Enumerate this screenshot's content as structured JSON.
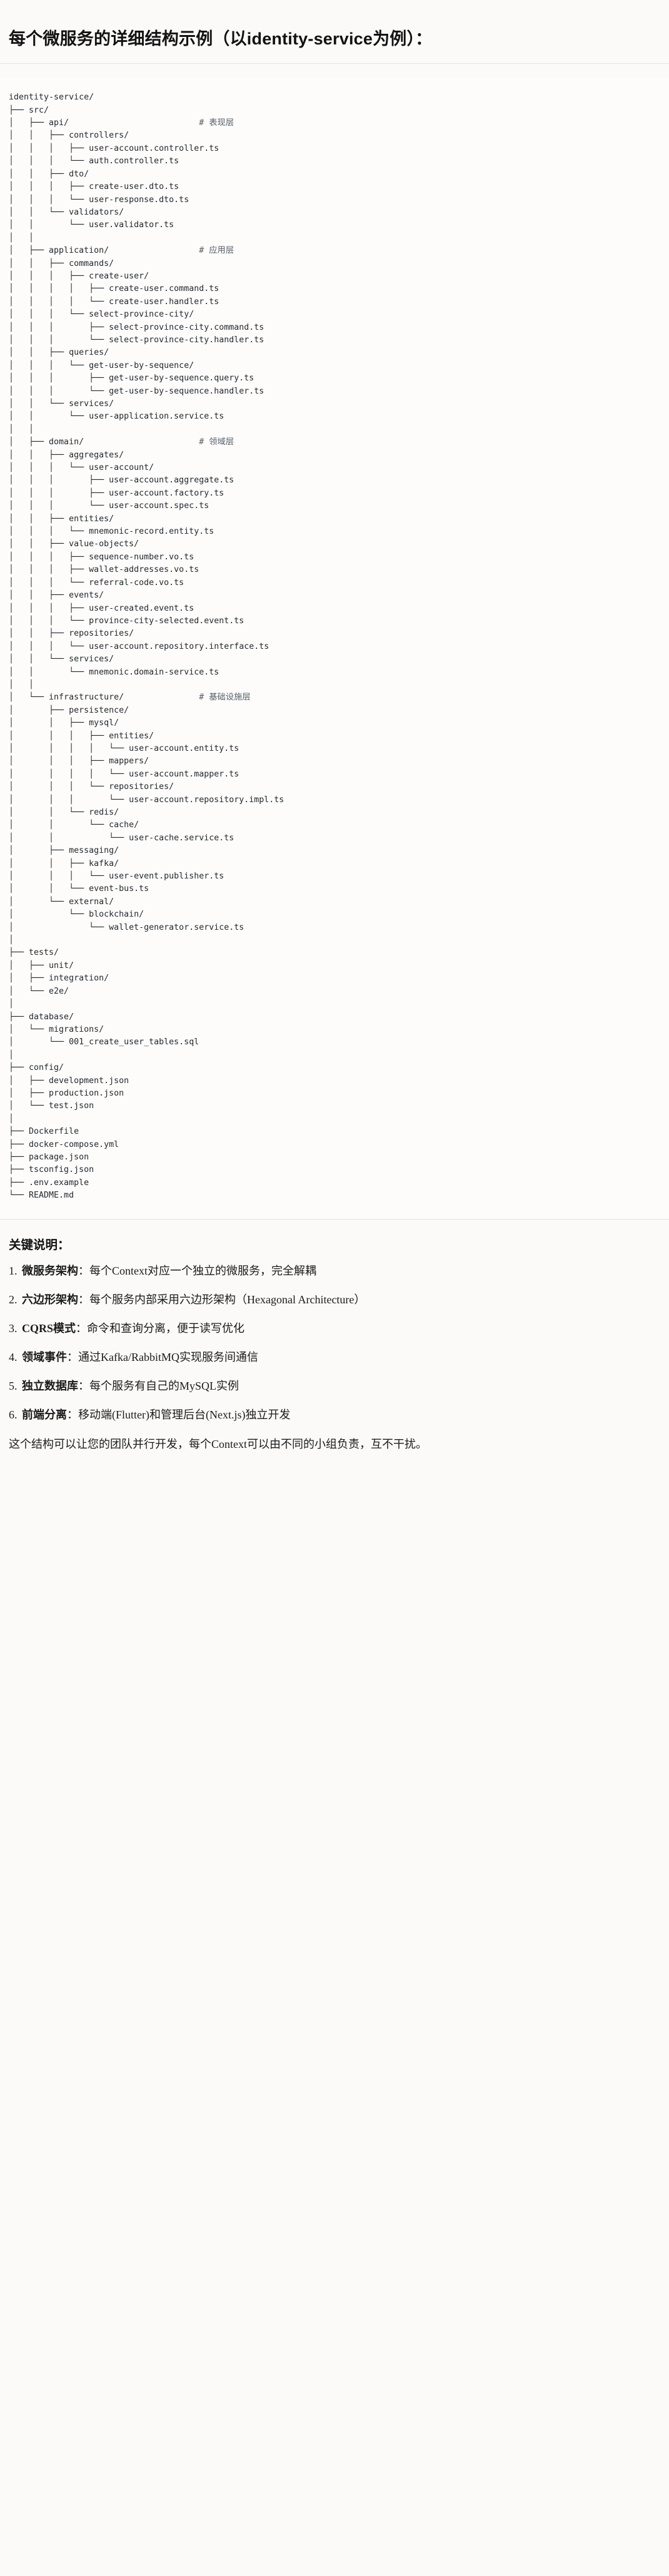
{
  "heading": {
    "text": "每个微服务的详细结构示例（以identity-service为例）："
  },
  "tree": {
    "root": "identity-service/",
    "text": "identity-service/\n├── src/\n│   ├── api/                          # 表现层\n│   │   ├── controllers/\n│   │   │   ├── user-account.controller.ts\n│   │   │   └── auth.controller.ts\n│   │   ├── dto/\n│   │   │   ├── create-user.dto.ts\n│   │   │   └── user-response.dto.ts\n│   │   └── validators/\n│   │       └── user.validator.ts\n│   │\n│   ├── application/                  # 应用层\n│   │   ├── commands/\n│   │   │   ├── create-user/\n│   │   │   │   ├── create-user.command.ts\n│   │   │   │   └── create-user.handler.ts\n│   │   │   └── select-province-city/\n│   │   │       ├── select-province-city.command.ts\n│   │   │       └── select-province-city.handler.ts\n│   │   ├── queries/\n│   │   │   └── get-user-by-sequence/\n│   │   │       ├── get-user-by-sequence.query.ts\n│   │   │       └── get-user-by-sequence.handler.ts\n│   │   └── services/\n│   │       └── user-application.service.ts\n│   │\n│   ├── domain/                       # 领域层\n│   │   ├── aggregates/\n│   │   │   └── user-account/\n│   │   │       ├── user-account.aggregate.ts\n│   │   │       ├── user-account.factory.ts\n│   │   │       └── user-account.spec.ts\n│   │   ├── entities/\n│   │   │   └── mnemonic-record.entity.ts\n│   │   ├── value-objects/\n│   │   │   ├── sequence-number.vo.ts\n│   │   │   ├── wallet-addresses.vo.ts\n│   │   │   └── referral-code.vo.ts\n│   │   ├── events/\n│   │   │   ├── user-created.event.ts\n│   │   │   └── province-city-selected.event.ts\n│   │   ├── repositories/\n│   │   │   └── user-account.repository.interface.ts\n│   │   └── services/\n│   │       └── mnemonic.domain-service.ts\n│   │\n│   └── infrastructure/               # 基础设施层\n│       ├── persistence/\n│       │   ├── mysql/\n│       │   │   ├── entities/\n│       │   │   │   └── user-account.entity.ts\n│       │   │   ├── mappers/\n│       │   │   │   └── user-account.mapper.ts\n│       │   │   └── repositories/\n│       │   │       └── user-account.repository.impl.ts\n│       │   └── redis/\n│       │       └── cache/\n│       │           └── user-cache.service.ts\n│       ├── messaging/\n│       │   ├── kafka/\n│       │   │   └── user-event.publisher.ts\n│       │   └── event-bus.ts\n│       └── external/\n│           └── blockchain/\n│               └── wallet-generator.service.ts\n│\n├── tests/\n│   ├── unit/\n│   ├── integration/\n│   └── e2e/\n│\n├── database/\n│   └── migrations/\n│       └── 001_create_user_tables.sql\n│\n├── config/\n│   ├── development.json\n│   ├── production.json\n│   └── test.json\n│\n├── Dockerfile\n├── docker-compose.yml\n├── package.json\n├── tsconfig.json\n├── .env.example\n└── README.md",
    "layer_comments": [
      "# 表现层",
      "# 应用层",
      "# 领域层",
      "# 基础设施层"
    ]
  },
  "keys": {
    "title": "关键说明：",
    "items": [
      {
        "term": "微服务架构",
        "sep": "：",
        "desc": "每个Context对应一个独立的微服务，完全解耦"
      },
      {
        "term": "六边形架构",
        "sep": "：",
        "desc": "每个服务内部采用六边形架构（Hexagonal Architecture）"
      },
      {
        "term": "CQRS模式",
        "sep": "：",
        "desc": "命令和查询分离，便于读写优化"
      },
      {
        "term": "领域事件",
        "sep": "：",
        "desc": "通过Kafka/RabbitMQ实现服务间通信"
      },
      {
        "term": "独立数据库",
        "sep": "：",
        "desc": "每个服务有自己的MySQL实例"
      },
      {
        "term": "前端分离",
        "sep": "：",
        "desc": "移动端(Flutter)和管理后台(Next.js)独立开发"
      }
    ],
    "footer": "这个结构可以让您的团队并行开发，每个Context可以由不同的小组负责，互不干扰。"
  }
}
